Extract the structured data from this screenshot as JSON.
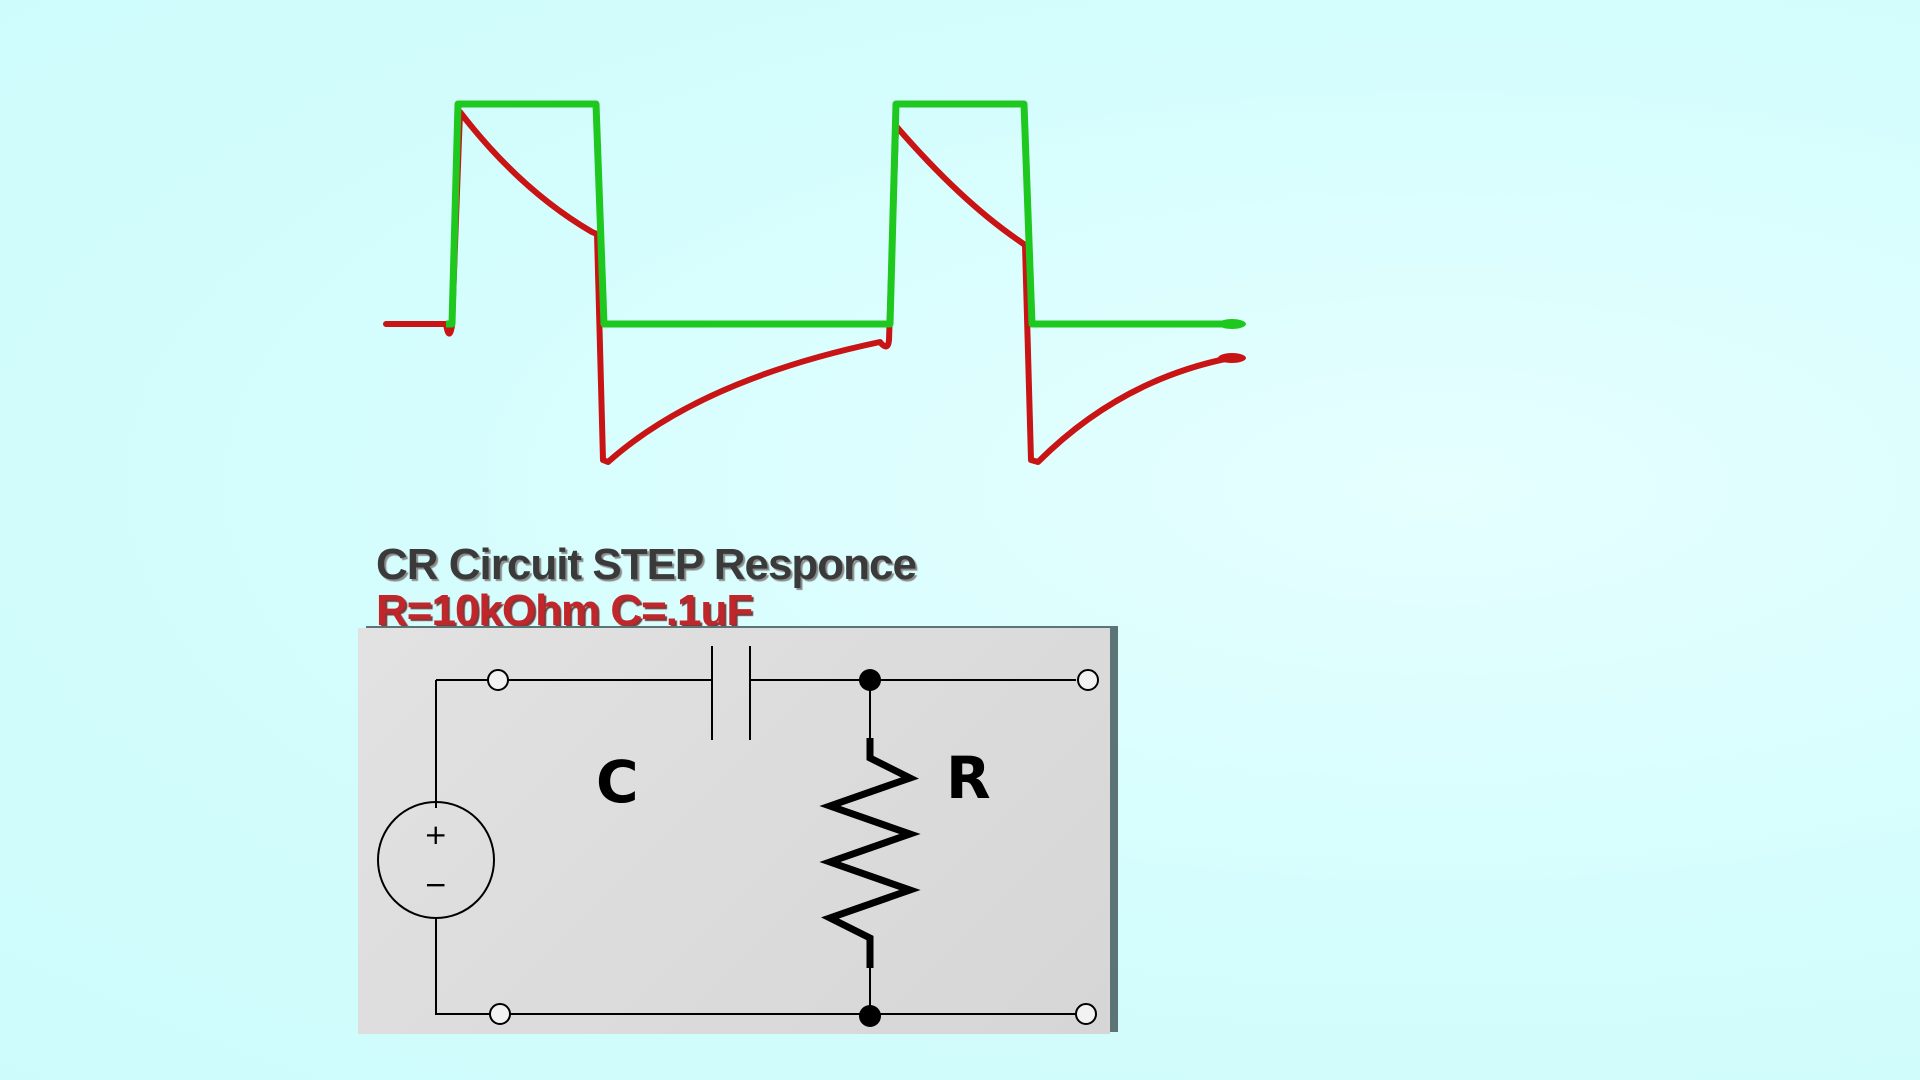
{
  "titles": {
    "line1": "CR Circuit STEP Responce",
    "line2": "R=10kOhm C=.1uF"
  },
  "circuit": {
    "capacitor_label": "C",
    "resistor_label": "R",
    "source_plus": "+",
    "source_minus": "−"
  },
  "colors": {
    "background": "#d4fdfd",
    "input_wave": "#1ec81e",
    "output_wave": "#c81414",
    "title_text": "#3a3a3a",
    "title_values": "#c0262a",
    "panel": "#dadada",
    "panel_edge": "#5d7477"
  }
}
